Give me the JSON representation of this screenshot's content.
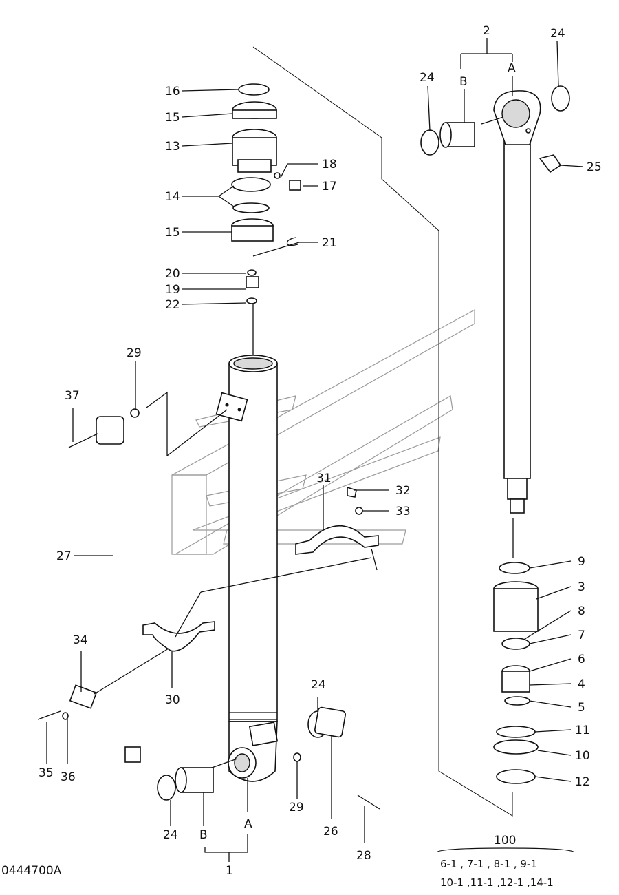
{
  "drawing_number": "0444700A",
  "callouts": {
    "c1": "1",
    "c2": "2",
    "c3": "3",
    "c4": "4",
    "c5": "5",
    "c6": "6",
    "c7": "7",
    "c8": "8",
    "c9": "9",
    "c10": "10",
    "c11": "11",
    "c12": "12",
    "c13": "13",
    "c14": "14",
    "c15a": "15",
    "c15b": "15",
    "c16": "16",
    "c17": "17",
    "c18": "18",
    "c19": "19",
    "c20": "20",
    "c21": "21",
    "c22": "22",
    "c24a": "24",
    "c24b": "24",
    "c24c": "24",
    "c24d": "24",
    "c25": "25",
    "c26": "26",
    "c27": "27",
    "c28": "28",
    "c29a": "29",
    "c29b": "29",
    "c30": "30",
    "c31": "31",
    "c32": "32",
    "c33": "33",
    "c34": "34",
    "c35": "35",
    "c36": "36",
    "c37": "37",
    "c100": "100"
  },
  "sub_labels": {
    "rod_a": "A",
    "rod_b": "B",
    "tube_a": "A",
    "tube_b": "B"
  },
  "kit_note": {
    "line1": "6-1 , 7-1 , 8-1 , 9-1",
    "line2": "10-1 ,11-1 ,12-1 ,14-1"
  }
}
